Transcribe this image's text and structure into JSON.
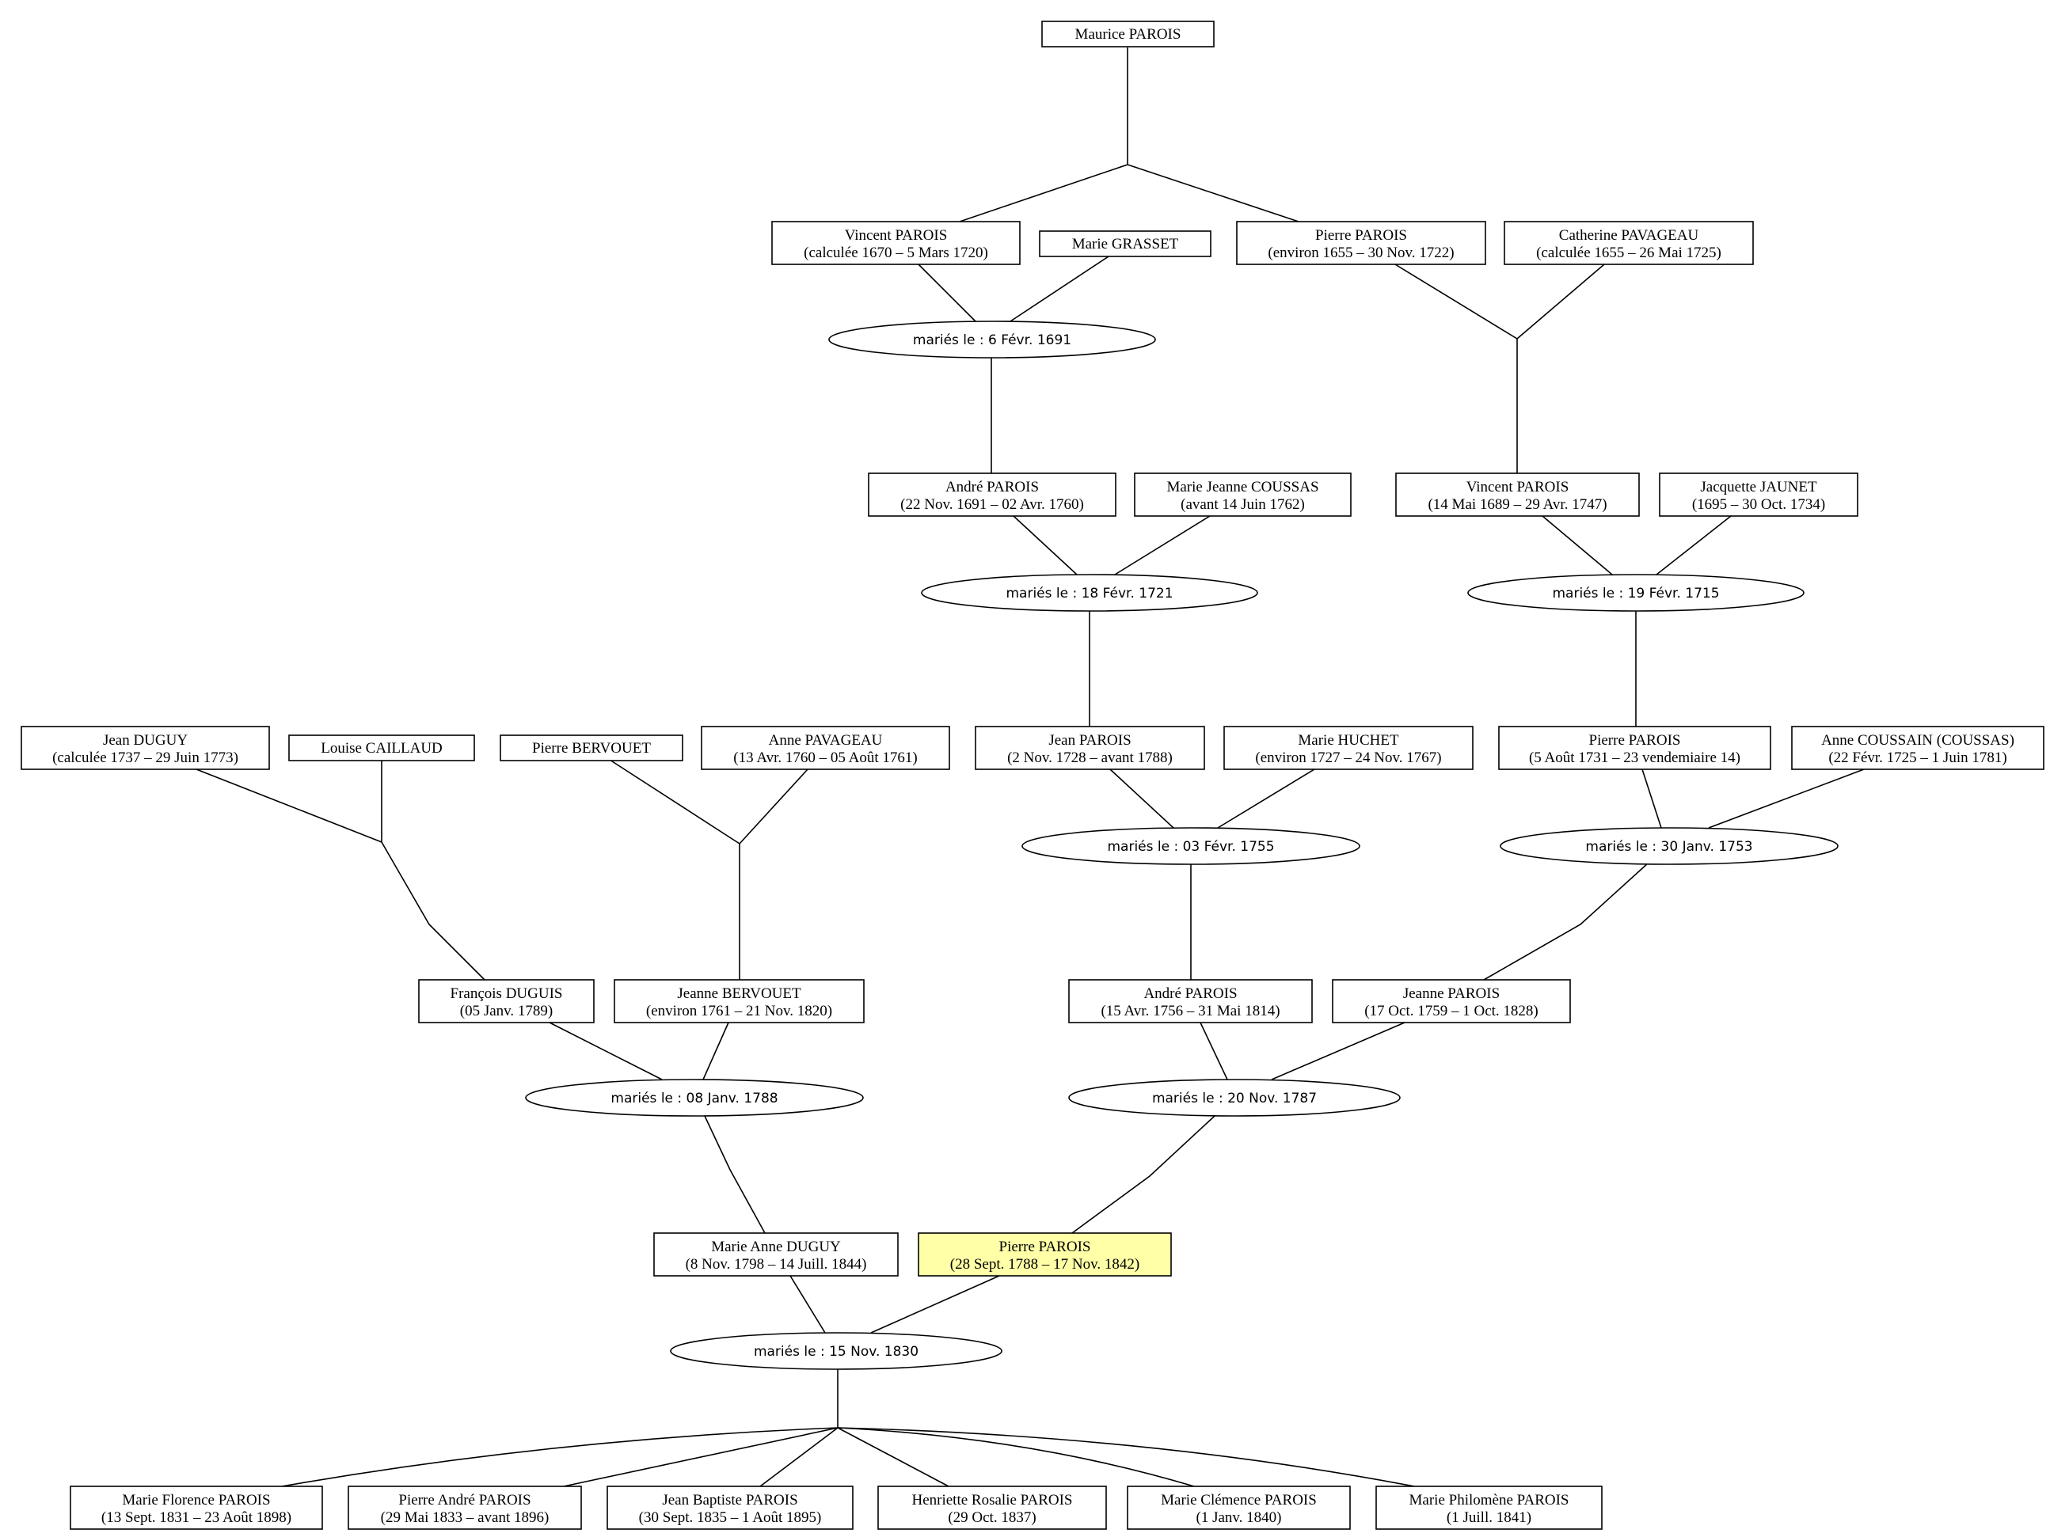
{
  "highlight_color": "#ffffa8",
  "people": {
    "maurice_parois": {
      "name": "Maurice PAROIS",
      "dates": ""
    },
    "vincent_parois_1670": {
      "name": "Vincent PAROIS",
      "dates": "(calculée 1670 – 5 Mars 1720)"
    },
    "marie_grasset": {
      "name": "Marie GRASSET",
      "dates": ""
    },
    "pierre_parois_1655": {
      "name": "Pierre PAROIS",
      "dates": "(environ 1655 – 30 Nov. 1722)"
    },
    "catherine_pavageau": {
      "name": "Catherine PAVAGEAU",
      "dates": "(calculée 1655 – 26 Mai 1725)"
    },
    "andre_parois_1691": {
      "name": "André PAROIS",
      "dates": "(22 Nov. 1691 – 02 Avr. 1760)"
    },
    "marie_jeanne_coussas": {
      "name": "Marie Jeanne COUSSAS",
      "dates": "(avant 14 Juin 1762)"
    },
    "vincent_parois_1689": {
      "name": "Vincent PAROIS",
      "dates": "(14 Mai 1689 – 29 Avr. 1747)"
    },
    "jacquette_jaunet": {
      "name": "Jacquette JAUNET",
      "dates": "(1695 – 30 Oct. 1734)"
    },
    "jean_duguy": {
      "name": "Jean DUGUY",
      "dates": "(calculée 1737 – 29 Juin 1773)"
    },
    "louise_caillaud": {
      "name": "Louise CAILLAUD",
      "dates": ""
    },
    "pierre_bervouet": {
      "name": "Pierre BERVOUET",
      "dates": ""
    },
    "anne_pavageau": {
      "name": "Anne PAVAGEAU",
      "dates": "(13 Avr. 1760 – 05 Août 1761)"
    },
    "jean_parois_1728": {
      "name": "Jean PAROIS",
      "dates": "(2 Nov. 1728 – avant 1788)"
    },
    "marie_huchet": {
      "name": "Marie HUCHET",
      "dates": "(environ 1727 – 24 Nov. 1767)"
    },
    "pierre_parois_1731": {
      "name": "Pierre PAROIS",
      "dates": "(5 Août 1731 – 23 vendemiaire 14)"
    },
    "anne_coussain": {
      "name": "Anne COUSSAIN (COUSSAS)",
      "dates": "(22 Févr. 1725 – 1 Juin 1781)"
    },
    "francois_duguis": {
      "name": "François DUGUIS",
      "dates": "(05 Janv. 1789)"
    },
    "jeanne_bervouet": {
      "name": "Jeanne BERVOUET",
      "dates": "(environ 1761 – 21 Nov. 1820)"
    },
    "andre_parois_1756": {
      "name": "André PAROIS",
      "dates": "(15 Avr. 1756 – 31 Mai 1814)"
    },
    "jeanne_parois_1759": {
      "name": "Jeanne PAROIS",
      "dates": "(17 Oct. 1759 – 1 Oct. 1828)"
    },
    "marie_anne_duguy": {
      "name": "Marie Anne DUGUY",
      "dates": "(8 Nov. 1798 – 14 Juill. 1844)"
    },
    "pierre_parois_1788": {
      "name": "Pierre PAROIS",
      "dates": "(28 Sept. 1788 – 17 Nov. 1842)"
    },
    "marie_florence_parois": {
      "name": "Marie Florence PAROIS",
      "dates": "(13 Sept. 1831 – 23 Août 1898)"
    },
    "pierre_andre_parois": {
      "name": "Pierre André PAROIS",
      "dates": "(29 Mai 1833 – avant 1896)"
    },
    "jean_baptiste_parois": {
      "name": "Jean Baptiste PAROIS",
      "dates": "(30 Sept. 1835 – 1 Août 1895)"
    },
    "henriette_rosalie_parois": {
      "name": "Henriette Rosalie PAROIS",
      "dates": "(29 Oct. 1837)"
    },
    "marie_clemence_parois": {
      "name": "Marie Clémence PAROIS",
      "dates": "(1 Janv. 1840)"
    },
    "marie_philomene_parois": {
      "name": "Marie Philomène PAROIS",
      "dates": "(1 Juill. 1841)"
    }
  },
  "marriages": {
    "m1691": {
      "label": "mariés le : 6 Févr. 1691",
      "spouses": [
        "vincent_parois_1670",
        "marie_grasset"
      ],
      "children": [
        "andre_parois_1691"
      ]
    },
    "m1721": {
      "label": "mariés le : 18 Févr. 1721",
      "spouses": [
        "andre_parois_1691",
        "marie_jeanne_coussas"
      ],
      "children": [
        "jean_parois_1728"
      ]
    },
    "m1715": {
      "label": "mariés le : 19 Févr. 1715",
      "spouses": [
        "vincent_parois_1689",
        "jacquette_jaunet"
      ],
      "children": [
        "pierre_parois_1731"
      ]
    },
    "m1755": {
      "label": "mariés le : 03 Févr. 1755",
      "spouses": [
        "jean_parois_1728",
        "marie_huchet"
      ],
      "children": [
        "andre_parois_1756"
      ]
    },
    "m1753": {
      "label": "mariés le : 30 Janv. 1753",
      "spouses": [
        "pierre_parois_1731",
        "anne_coussain"
      ],
      "children": [
        "jeanne_parois_1759"
      ]
    },
    "m1788": {
      "label": "mariés le : 08 Janv. 1788",
      "spouses": [
        "francois_duguis",
        "jeanne_bervouet"
      ],
      "children": [
        "marie_anne_duguy"
      ]
    },
    "m1787": {
      "label": "mariés le : 20 Nov. 1787",
      "spouses": [
        "andre_parois_1756",
        "jeanne_parois_1759"
      ],
      "children": [
        "pierre_parois_1788"
      ]
    },
    "m1830": {
      "label": "mariés le : 15 Nov. 1830",
      "spouses": [
        "marie_anne_duguy",
        "pierre_parois_1788"
      ],
      "children": [
        "marie_florence_parois",
        "pierre_andre_parois",
        "jean_baptiste_parois",
        "henriette_rosalie_parois",
        "marie_clemence_parois",
        "marie_philomene_parois"
      ]
    }
  }
}
